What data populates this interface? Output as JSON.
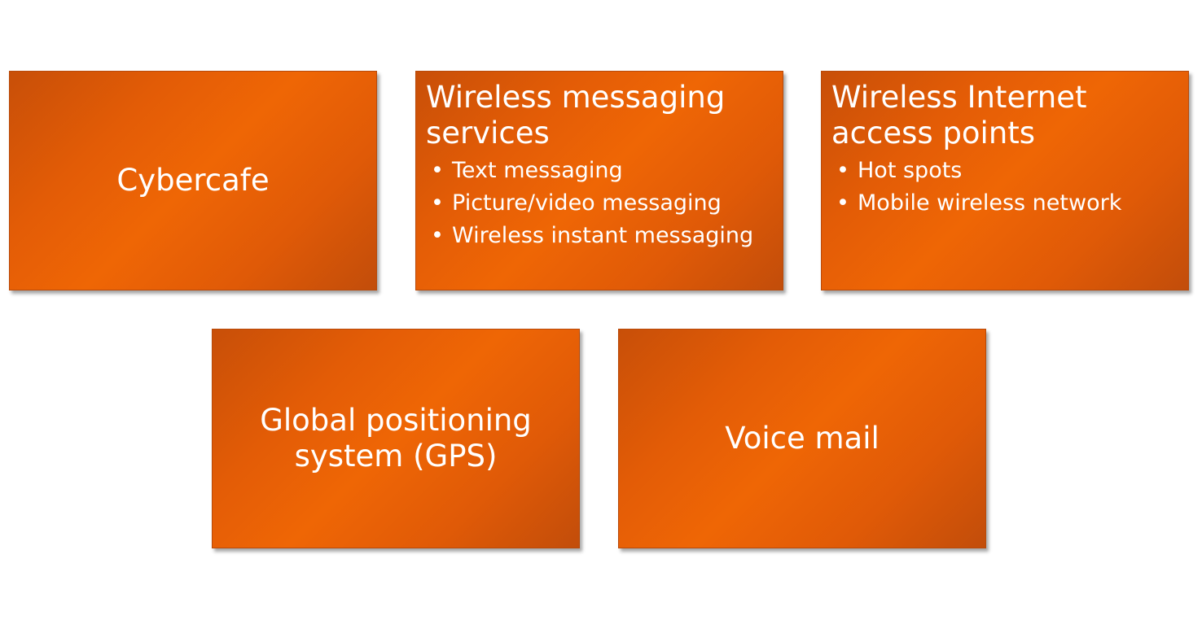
{
  "diagram": {
    "boxes": [
      {
        "title": "Cybercafe"
      },
      {
        "title": "Wireless messaging services",
        "items": [
          "Text messaging",
          "Picture/video messaging",
          "Wireless instant messaging"
        ]
      },
      {
        "title": "Wireless Internet access points",
        "items": [
          "Hot spots",
          "Mobile wireless network"
        ]
      },
      {
        "title": "Global positioning system (GPS)"
      },
      {
        "title": "Voice mail"
      }
    ],
    "bullet_glyph": "•",
    "colors": {
      "box_fill": "#e35c06",
      "box_fill_dark": "#c24d0a",
      "text": "#ffffff",
      "background": "#ffffff"
    }
  }
}
